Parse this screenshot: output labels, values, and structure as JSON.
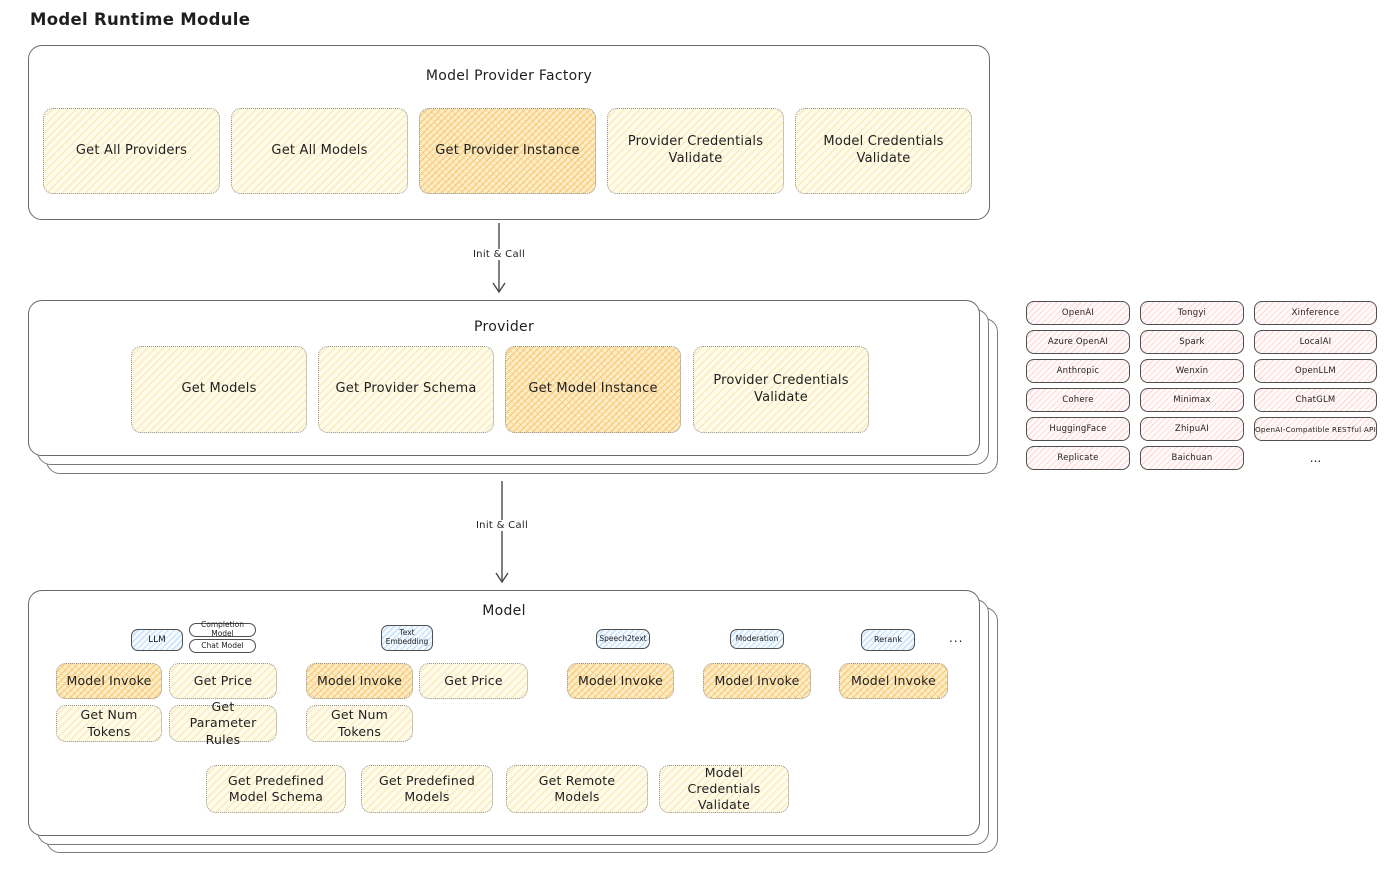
{
  "title": "Model Runtime Module",
  "colors": {
    "box_cream": "#fff9e6",
    "box_orange_accent": "#f6c46a",
    "provider_pink": "#ffc9c9",
    "type_blue": "#a5d8ff",
    "stroke": "#4f4f4f"
  },
  "factory": {
    "title": "Model Provider Factory",
    "items": [
      {
        "label": "Get All Providers"
      },
      {
        "label": "Get All Models"
      },
      {
        "label": "Get Provider Instance"
      },
      {
        "label": "Provider Credentials Validate"
      },
      {
        "label": "Model Credentials Validate"
      }
    ]
  },
  "arrow1": {
    "label": "Init & Call"
  },
  "arrow2": {
    "label": "Init & Call"
  },
  "provider": {
    "title": "Provider",
    "items": [
      {
        "label": "Get Models"
      },
      {
        "label": "Get Provider Schema"
      },
      {
        "label": "Get Model Instance"
      },
      {
        "label": "Provider Credentials Validate"
      }
    ]
  },
  "providers_grid": {
    "items": [
      "OpenAI",
      "Tongyi",
      "Xinference",
      "Azure OpenAI",
      "Spark",
      "LocalAI",
      "Anthropic",
      "Wenxin",
      "OpenLLM",
      "Cohere",
      "Minimax",
      "ChatGLM",
      "HuggingFace",
      "ZhipuAI",
      "OpenAI-Compatible RESTful API",
      "Replicate",
      "Baichuan"
    ],
    "more": "..."
  },
  "model": {
    "title": "Model",
    "types": {
      "llm": "LLM",
      "completion": "Completion Model",
      "chat": "Chat Model",
      "text_embedding": "Text Embedding",
      "speech2text": "Speech2text",
      "moderation": "Moderation",
      "rerank": "Rerank",
      "more": "..."
    },
    "llm_ops": [
      "Model Invoke",
      "Get Price",
      "Get Num Tokens",
      "Get Parameter Rules"
    ],
    "embedding_ops": [
      "Model Invoke",
      "Get Price",
      "Get Num Tokens"
    ],
    "speech2text_ops": [
      "Model Invoke"
    ],
    "moderation_ops": [
      "Model Invoke"
    ],
    "rerank_ops": [
      "Model Invoke"
    ],
    "common_ops": [
      "Get Predefined Model Schema",
      "Get Predefined Models",
      "Get Remote Models",
      "Model Credentials Validate"
    ]
  }
}
